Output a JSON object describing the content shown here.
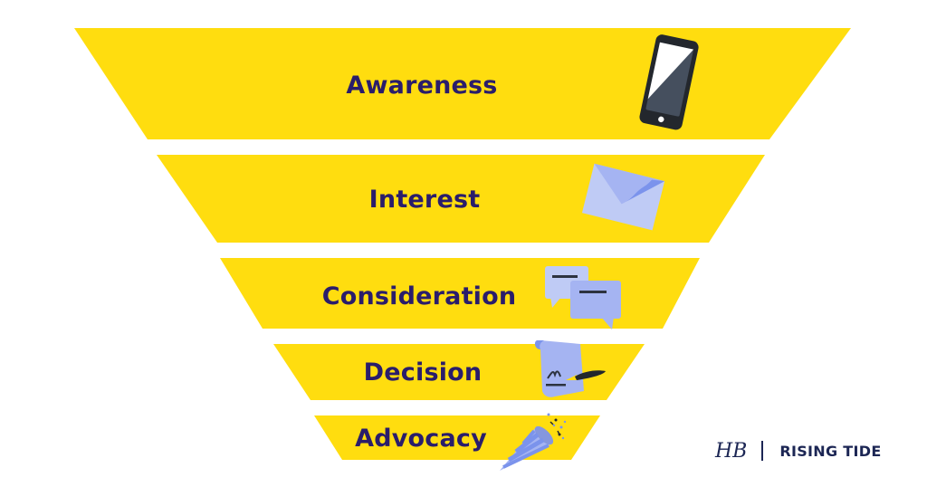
{
  "diagram": {
    "type": "funnel",
    "stages": [
      {
        "label": "Awareness",
        "icon": "smartphone-icon"
      },
      {
        "label": "Interest",
        "icon": "envelope-icon"
      },
      {
        "label": "Consideration",
        "icon": "chat-bubbles-icon"
      },
      {
        "label": "Decision",
        "icon": "signed-document-icon"
      },
      {
        "label": "Advocacy",
        "icon": "party-popper-icon"
      }
    ]
  },
  "brand": {
    "mark": "HB",
    "name": "RISING TIDE"
  },
  "colors": {
    "funnel": "#ffdd0f",
    "label": "#2a1d6b",
    "brand": "#1c2654",
    "icon_light": "#bfcbf5",
    "icon_mid": "#a5b4f2",
    "icon_dark": "#7b93ec"
  }
}
